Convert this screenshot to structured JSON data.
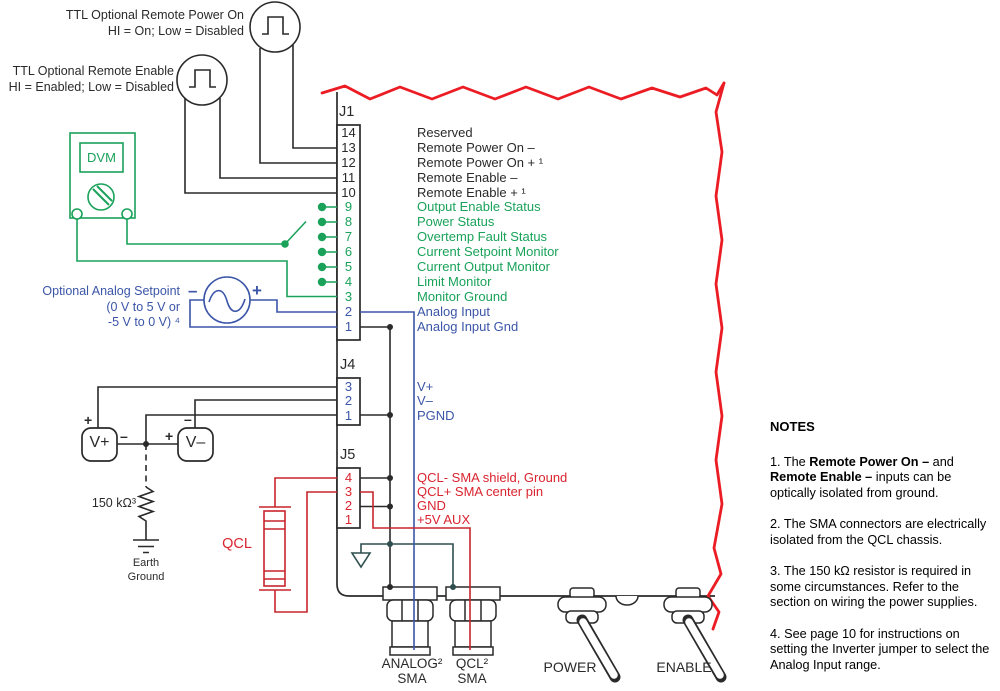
{
  "ttl_power_on": {
    "line1": "TTL Optional Remote Power On",
    "line2": "HI = On; Low = Disabled"
  },
  "ttl_enable": {
    "line1": "TTL Optional Remote Enable",
    "line2": "HI = Enabled; Low = Disabled"
  },
  "dvm_label": "DVM",
  "analog_setpoint": {
    "line1": "Optional Analog Setpoint",
    "line2": "(0 V to 5 V or",
    "line3": "-5 V to 0 V) ⁴",
    "minus": "–",
    "plus": "+"
  },
  "j1": {
    "label": "J1",
    "pins": [
      {
        "num": "14",
        "label": "Reserved"
      },
      {
        "num": "13",
        "label": "Remote Power On –"
      },
      {
        "num": "12",
        "label": "Remote Power On + ¹"
      },
      {
        "num": "11",
        "label": "Remote Enable –"
      },
      {
        "num": "10",
        "label": "Remote Enable + ¹"
      },
      {
        "num": "9",
        "label": "Output Enable Status"
      },
      {
        "num": "8",
        "label": "Power Status"
      },
      {
        "num": "7",
        "label": "Overtemp Fault Status"
      },
      {
        "num": "6",
        "label": "Current Setpoint Monitor"
      },
      {
        "num": "5",
        "label": "Current Output Monitor"
      },
      {
        "num": "4",
        "label": "Limit Monitor"
      },
      {
        "num": "3",
        "label": "Monitor Ground"
      },
      {
        "num": "2",
        "label": "Analog Input"
      },
      {
        "num": "1",
        "label": "Analog Input Gnd"
      }
    ]
  },
  "j4": {
    "label": "J4",
    "pins": [
      {
        "num": "3",
        "label": "V+"
      },
      {
        "num": "2",
        "label": "V–"
      },
      {
        "num": "1",
        "label": "PGND"
      }
    ]
  },
  "j5": {
    "label": "J5",
    "pins": [
      {
        "num": "4",
        "label": "QCL-  SMA shield, Ground"
      },
      {
        "num": "3",
        "label": "QCL+ SMA center pin"
      },
      {
        "num": "2",
        "label": "GND"
      },
      {
        "num": "1",
        "label": "+5V AUX"
      }
    ]
  },
  "supplies": {
    "vplus": "V+",
    "vminus": "V–",
    "vplus_top_sign": "+",
    "vplus_right_sign": "–",
    "vminus_left_sign": "+",
    "vminus_top_sign": "–"
  },
  "resistor_label": "150 kΩ³",
  "earth_ground": {
    "line1": "Earth",
    "line2": "Ground"
  },
  "qcl_label": "QCL",
  "sma_analog": {
    "line1": "ANALOG²",
    "line2": "SMA"
  },
  "sma_qcl": {
    "line1": "QCL²",
    "line2": "SMA"
  },
  "switch_power": "POWER",
  "switch_enable": "ENABLE",
  "notes": {
    "title": "NOTES",
    "n1_parts": [
      "1. The ",
      "Remote Power On –",
      " and ",
      "Remote Enable –",
      " inputs can be optically isolated from ground."
    ],
    "n2": "2. The SMA connectors are electrically isolated from the QCL chassis.",
    "n3": "3. The 150 kΩ resistor is required in some circumstances. Refer to the section on wiring the power supplies.",
    "n4": "4.  See page 10 for instructions on setting the Inverter jumper to select the Analog Input range."
  },
  "colors": {
    "green": "#1aa25a",
    "blue": "#3b55a8",
    "red_wire": "#c9252d",
    "red_tear": "#ec1c24",
    "teal": "#2f4f4f",
    "black": "#2a2a2a"
  }
}
